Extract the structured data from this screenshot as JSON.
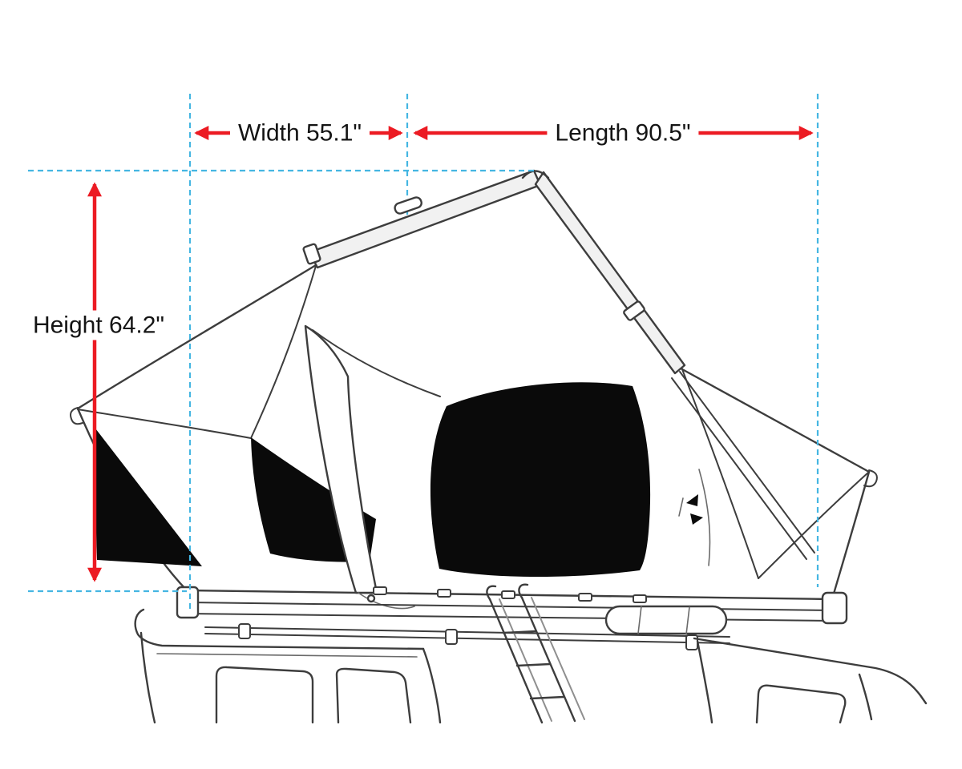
{
  "page": {
    "background": "#ffffff",
    "description": "Line-art dimension diagram of a hard-shell rooftop tent opened on a vehicle roof with fold-out ladder"
  },
  "annotations": {
    "width": {
      "label": "Width 55.1\""
    },
    "length": {
      "label": "Length 90.5\""
    },
    "height": {
      "label": "Height 64.2\""
    }
  },
  "colors": {
    "dimension_arrow_red": "#ec1b23",
    "guide_line_cyan": "#45b6e2",
    "line_art_gray": "#3d3d3d",
    "window_black": "#0a0a0a",
    "background": "#ffffff"
  }
}
